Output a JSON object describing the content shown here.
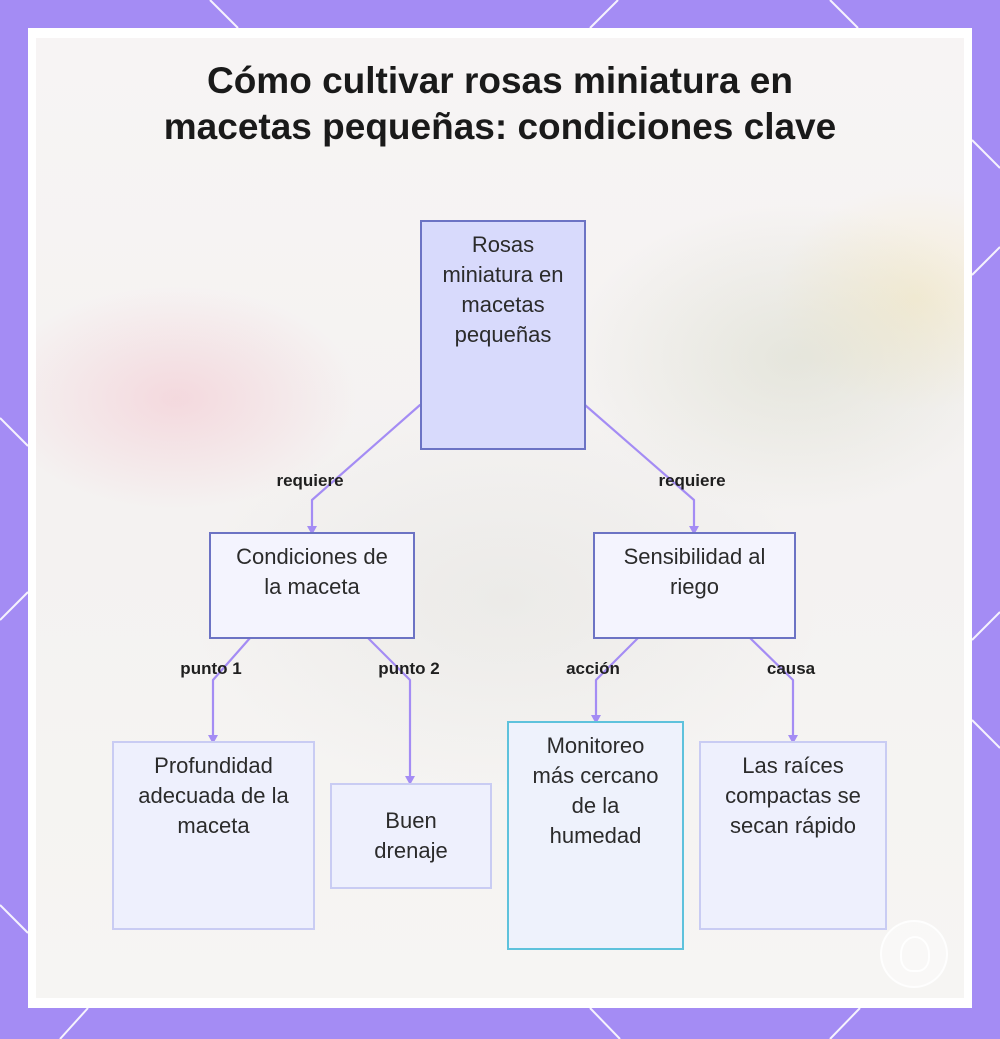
{
  "title": {
    "line1": "Cómo cultivar rosas miniatura en",
    "line2": "macetas pequeñas: condiciones clave"
  },
  "nodes": {
    "root": "Rosas miniatura en macetas pequeñas",
    "pot_conditions": "Condiciones de la maceta",
    "water_sensitivity": "Sensibilidad al riego",
    "pot_depth": "Profundidad adecuada de la maceta",
    "drainage": "Buen drenaje",
    "moisture_monitoring": "Monitoreo más cercano de la humedad",
    "roots_dry": "Las raíces compactas se secan rápido"
  },
  "edges": {
    "root_to_pot": "requiere",
    "root_to_water": "requiere",
    "pot_to_depth": "punto 1",
    "pot_to_drainage": "punto 2",
    "water_to_monitoring": "acción",
    "water_to_roots": "causa"
  },
  "colors": {
    "frame": "#a48cf4",
    "edge_line": "#a48cf4",
    "node_border": "#6c73c4",
    "highlight_border": "#5ec2dc"
  },
  "icons": {
    "corner_seal": "rose-seal-icon"
  }
}
